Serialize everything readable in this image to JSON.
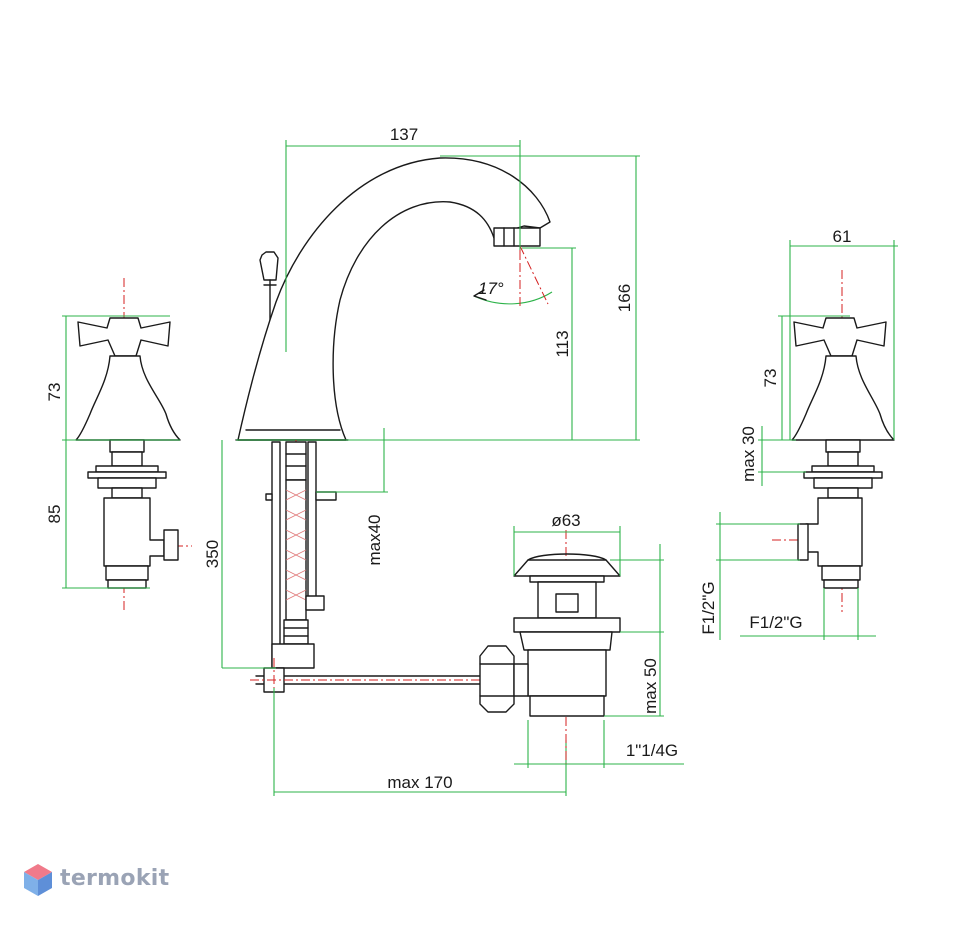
{
  "dimensions": {
    "spout_reach": "137",
    "total_height": "166",
    "outlet_height": "113",
    "spray_angle": "17°",
    "handle_width": "61",
    "handle_height_left": "73",
    "handle_height_right": "73",
    "valve_body_height": "85",
    "max_deck_right": "max 30",
    "pipe_length": "350",
    "max_deck_center": "max40",
    "drain_diameter": "ø63",
    "drain_thread_left": "F1/2\"G",
    "drain_thread_right": "F1/2\"G",
    "drain_max_depth": "max 50",
    "drain_outlet_thread": "1\"1/4G",
    "max_rod_length": "max 170"
  },
  "brand": {
    "name": "termokit",
    "colors": {
      "top": "#f07a8a",
      "left": "#7fb0e8",
      "right": "#5e8fd8"
    }
  },
  "colors": {
    "dimension": "#2db34a",
    "centerline": "#d42020",
    "outline": "#1a1a1a"
  }
}
